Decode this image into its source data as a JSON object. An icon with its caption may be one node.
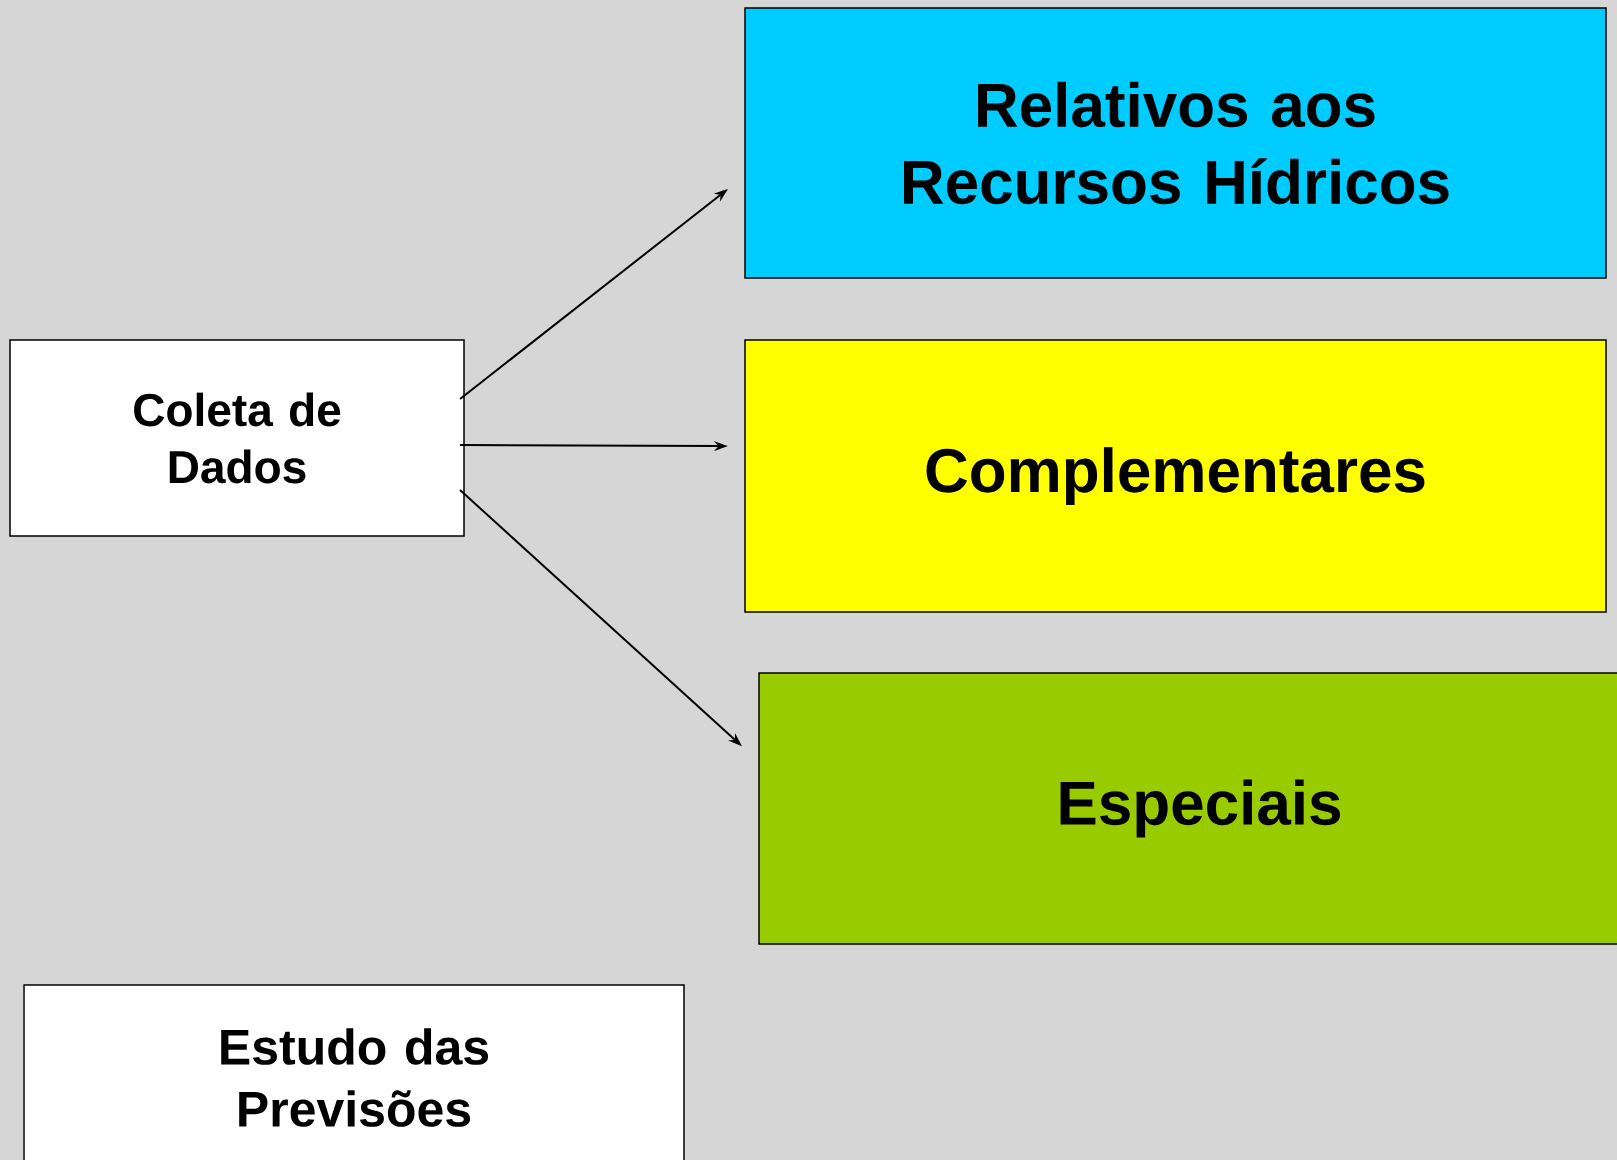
{
  "diagram": {
    "nodes": [
      {
        "text": [
          "Coleta de Dados"
        ]
      },
      {
        "text": [
          "Relativos aos Recursos Hídricos"
        ]
      },
      {
        "text": [
          "Complementares"
        ]
      },
      {
        "text": [
          "Especiais"
        ]
      },
      {
        "text": [
          "Estudo das Previsões"
        ]
      }
    ],
    "edges": [
      {
        "from": 0,
        "to": 1,
        "arrow": "to"
      },
      {
        "from": 0,
        "to": 2,
        "arrow": "to"
      },
      {
        "from": 0,
        "to": 3,
        "arrow": "to"
      }
    ]
  }
}
